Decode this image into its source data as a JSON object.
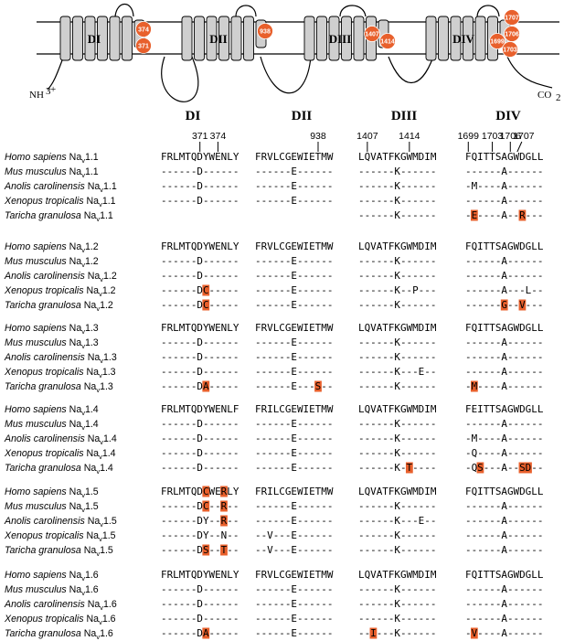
{
  "domains": [
    "DI",
    "DII",
    "DIII",
    "DIV"
  ],
  "termini": {
    "n": "NH",
    "c": "CO"
  },
  "highlight_color": "#e8602c",
  "membrane_sites": [
    "374",
    "371",
    "938",
    "1407",
    "1414",
    "1707",
    "1706",
    "1699",
    "1703"
  ],
  "position_ticks": [
    "371",
    "374",
    "938",
    "1407",
    "1414",
    "1699",
    "1703",
    "1706",
    "1707"
  ],
  "groups": [
    {
      "channel": "1.1",
      "rows": [
        {
          "genus": "Homo sapiens",
          "seqs": [
            "FRLMTQDYWENLY",
            "FRVLCGEWIETMW",
            "LQVATFKGWMDIM",
            "FQITTSAGWDGLL"
          ],
          "hl": [
            [],
            [],
            [],
            []
          ]
        },
        {
          "genus": "Mus musculus",
          "seqs": [
            "------D------",
            "------E------",
            "------K------",
            "------A------"
          ],
          "hl": [
            [],
            [],
            [],
            []
          ]
        },
        {
          "genus": "Anolis carolinensis",
          "seqs": [
            "------D------",
            "------E------",
            "------K------",
            "-M----A------"
          ],
          "hl": [
            [],
            [],
            [],
            []
          ]
        },
        {
          "genus": "Xenopus tropicalis",
          "seqs": [
            "------D------",
            "------E------",
            "------K------",
            "------A------"
          ],
          "hl": [
            [],
            [],
            [],
            []
          ]
        },
        {
          "genus": "Taricha granulosa",
          "seqs": [
            "",
            "",
            "------K------",
            "-E----A--R---"
          ],
          "hl": [
            [],
            [],
            [],
            [
              1,
              9
            ]
          ]
        }
      ]
    },
    {
      "channel": "1.2",
      "rows": [
        {
          "genus": "Homo sapiens",
          "seqs": [
            "FRLMTQDYWENLY",
            "FRVLCGEWIETMW",
            "LQVATFKGWMDIM",
            "FQITTSAGWDGLL"
          ],
          "hl": [
            [],
            [],
            [],
            []
          ]
        },
        {
          "genus": "Mus musculus",
          "seqs": [
            "------D------",
            "------E------",
            "------K------",
            "------A------"
          ],
          "hl": [
            [],
            [],
            [],
            []
          ]
        },
        {
          "genus": "Anolis carolinensis",
          "seqs": [
            "------D------",
            "------E------",
            "------K------",
            "------A------"
          ],
          "hl": [
            [],
            [],
            [],
            []
          ]
        },
        {
          "genus": "Xenopus tropicalis",
          "seqs": [
            "------DC-----",
            "------E------",
            "------K--P---",
            "------A---L--"
          ],
          "hl": [
            [
              7
            ],
            [],
            [],
            []
          ]
        },
        {
          "genus": "Taricha granulosa",
          "seqs": [
            "------DC-----",
            "------E------",
            "------K------",
            "------G--V---"
          ],
          "hl": [
            [
              7
            ],
            [],
            [],
            [
              6,
              9
            ]
          ]
        }
      ]
    },
    {
      "channel": "1.3",
      "rows": [
        {
          "genus": "Homo sapiens",
          "seqs": [
            "FRLMTQDYWENLY",
            "FRVLCGEWIETMW",
            "LQVATFKGWMDIM",
            "FQITTSAGWDGLL"
          ],
          "hl": [
            [],
            [],
            [],
            []
          ]
        },
        {
          "genus": "Mus musculus",
          "seqs": [
            "------D------",
            "------E------",
            "------K------",
            "------A------"
          ],
          "hl": [
            [],
            [],
            [],
            []
          ]
        },
        {
          "genus": "Anolis carolinensis",
          "seqs": [
            "------D------",
            "------E------",
            "------K------",
            "------A------"
          ],
          "hl": [
            [],
            [],
            [],
            []
          ]
        },
        {
          "genus": "Xenopus tropicalis",
          "seqs": [
            "------D------",
            "------E------",
            "------K---E--",
            "------A------"
          ],
          "hl": [
            [],
            [],
            [],
            []
          ]
        },
        {
          "genus": "Taricha granulosa",
          "seqs": [
            "------DA-----",
            "------E---S--",
            "------K------",
            "-M----A------"
          ],
          "hl": [
            [
              7
            ],
            [
              10
            ],
            [],
            [
              1
            ]
          ]
        }
      ]
    },
    {
      "channel": "1.4",
      "rows": [
        {
          "genus": "Homo sapiens",
          "seqs": [
            "FRLMTQDYWENLF",
            "FRILCGEWIETMW",
            "LQVATFKGWMDIM",
            "FEITTSAGWDGLL"
          ],
          "hl": [
            [],
            [],
            [],
            []
          ]
        },
        {
          "genus": "Mus musculus",
          "seqs": [
            "------D------",
            "------E------",
            "------K------",
            "------A------"
          ],
          "hl": [
            [],
            [],
            [],
            []
          ]
        },
        {
          "genus": "Anolis carolinensis",
          "seqs": [
            "------D------",
            "------E------",
            "------K------",
            "-M----A------"
          ],
          "hl": [
            [],
            [],
            [],
            []
          ]
        },
        {
          "genus": "Xenopus tropicalis",
          "seqs": [
            "------D------",
            "------E------",
            "------K------",
            "-Q----A------"
          ],
          "hl": [
            [],
            [],
            [],
            []
          ]
        },
        {
          "genus": "Taricha granulosa",
          "seqs": [
            "------D------",
            "------E------",
            "------K-T----",
            "-QS---A--SD--"
          ],
          "hl": [
            [],
            [],
            [
              8
            ],
            [
              2,
              9,
              10
            ]
          ]
        }
      ]
    },
    {
      "channel": "1.5",
      "rows": [
        {
          "genus": "Homo sapiens",
          "seqs": [
            "FRLMTQDCWERLY",
            "FRILCGEWIETMW",
            "LQVATFKGWMDIM",
            "FQITTSAGWDGLL"
          ],
          "hl": [
            [
              7,
              10
            ],
            [],
            [],
            []
          ]
        },
        {
          "genus": "Mus musculus",
          "seqs": [
            "------DC--R--",
            "------E------",
            "------K------",
            "------A------"
          ],
          "hl": [
            [
              7,
              10
            ],
            [],
            [],
            []
          ]
        },
        {
          "genus": "Anolis carolinensis",
          "seqs": [
            "------DY--R--",
            "------E------",
            "------K---E--",
            "------A------"
          ],
          "hl": [
            [
              10
            ],
            [],
            [],
            []
          ]
        },
        {
          "genus": "Xenopus tropicalis",
          "seqs": [
            "------DY--N--",
            "--V---E------",
            "------K------",
            "------A------"
          ],
          "hl": [
            [],
            [],
            [],
            []
          ]
        },
        {
          "genus": "Taricha granulosa",
          "seqs": [
            "------DS--T--",
            "--V---E------",
            "------K------",
            "------A------"
          ],
          "hl": [
            [
              7,
              10
            ],
            [],
            [],
            []
          ]
        }
      ]
    },
    {
      "channel": "1.6",
      "rows": [
        {
          "genus": "Homo sapiens",
          "seqs": [
            "FRLMTQDYWENLY",
            "FRVLCGEWIETMW",
            "LQVATFKGWMDIM",
            "FQITTSAGWDGLL"
          ],
          "hl": [
            [],
            [],
            [],
            []
          ]
        },
        {
          "genus": "Mus musculus",
          "seqs": [
            "------D------",
            "------E------",
            "------K------",
            "------A------"
          ],
          "hl": [
            [],
            [],
            [],
            []
          ]
        },
        {
          "genus": "Anolis carolinensis",
          "seqs": [
            "------D------",
            "------E------",
            "------K------",
            "------A------"
          ],
          "hl": [
            [],
            [],
            [],
            []
          ]
        },
        {
          "genus": "Xenopus tropicalis",
          "seqs": [
            "------D------",
            "------E------",
            "------K------",
            "------A------"
          ],
          "hl": [
            [],
            [],
            [],
            []
          ]
        },
        {
          "genus": "Taricha granulosa",
          "seqs": [
            "------DA-----",
            "------E------",
            "--I---K------",
            "-V----A------"
          ],
          "hl": [
            [
              7
            ],
            [],
            [
              2
            ],
            [
              1
            ]
          ]
        }
      ]
    }
  ]
}
